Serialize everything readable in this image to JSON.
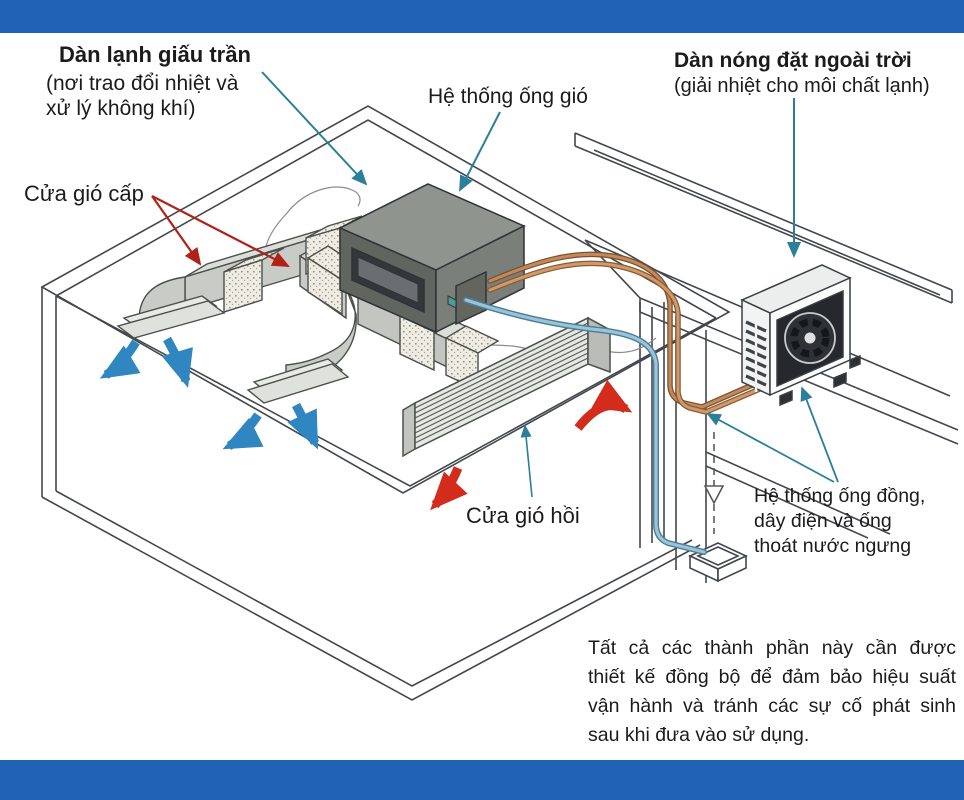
{
  "frame": {
    "top_bar_color": "#2061b5",
    "bottom_bar_color": "#2061b5",
    "background": "#ffffff"
  },
  "diagram": {
    "type": "isometric-ducted-air-conditioner-system",
    "labels": {
      "indoor_unit": {
        "title": "Dàn lạnh giấu trần",
        "desc_line1": "(nơi trao đổi nhiệt và",
        "desc_line2": "xử lý không khí)"
      },
      "duct_system": {
        "title": "Hệ thống ống gió"
      },
      "outdoor_unit": {
        "title": "Dàn nóng đặt ngoài trời",
        "desc": "(giải nhiệt cho môi chất lạnh)"
      },
      "supply_air_grille": {
        "title": "Cửa gió cấp"
      },
      "return_air_grille": {
        "title": "Cửa gió hồi"
      },
      "piping_system": {
        "line1": "Hệ thống ống đồng,",
        "line2": "dây điện và ống",
        "line3": "thoát nước ngưng"
      },
      "note": {
        "line1": "Tất cả các thành phần này cần được",
        "line2": "thiết kế đồng bộ để đảm bảo hiệu suất",
        "line3": "vận hành và tránh các sự cố phát sinh",
        "line4": "sau khi đưa vào sử dụng."
      }
    },
    "colors": {
      "supply_air_arrow": "#2f86c0",
      "return_air_arrow": "#d32b1c",
      "label_pointer_red": "#b02218",
      "leader_line_teal": "#2c7f9b",
      "copper_pipe": "#b5845c",
      "drain_pipe": "#9cc4d6",
      "duct_fill": "#d6d9d3",
      "indoor_unit_fill": "#7b7f79",
      "outline": "#43474d"
    }
  }
}
